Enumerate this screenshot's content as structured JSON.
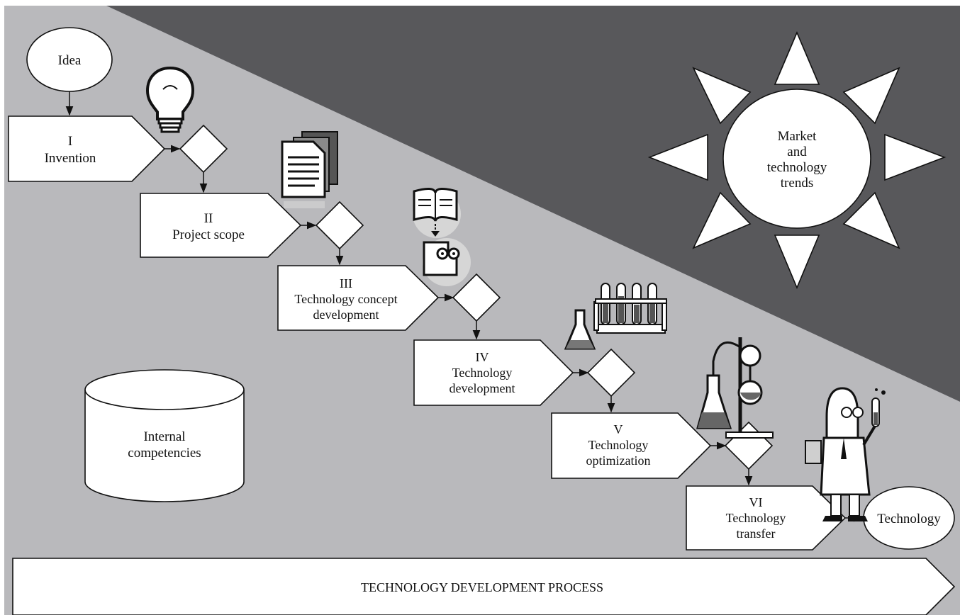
{
  "diagram": {
    "start_node": "Idea",
    "stages": [
      {
        "numeral": "I",
        "lines": [
          "Invention"
        ]
      },
      {
        "numeral": "II",
        "lines": [
          "Project scope"
        ]
      },
      {
        "numeral": "III",
        "lines": [
          "Technology concept",
          "development"
        ]
      },
      {
        "numeral": "IV",
        "lines": [
          "Technology",
          "development"
        ]
      },
      {
        "numeral": "V",
        "lines": [
          "Technology",
          "optimization"
        ]
      },
      {
        "numeral": "VI",
        "lines": [
          "Technology",
          "transfer"
        ]
      }
    ],
    "end_node": "Technology",
    "sun_lines": [
      "Market",
      "and",
      "technology",
      "trends"
    ],
    "cylinder_lines": [
      "Internal",
      "competencies"
    ],
    "bottom_banner": "TECHNOLOGY DEVELOPMENT PROCESS"
  },
  "colors": {
    "light_background": "#b9b9bc",
    "dark_background": "#58585b",
    "shape_fill": "#ffffff",
    "stroke": "#111111"
  },
  "icons": [
    "light-bulb-icon",
    "documents-icon",
    "book-learning-icon",
    "test-tubes-icon",
    "lab-flask-icon",
    "scientist-icon"
  ]
}
